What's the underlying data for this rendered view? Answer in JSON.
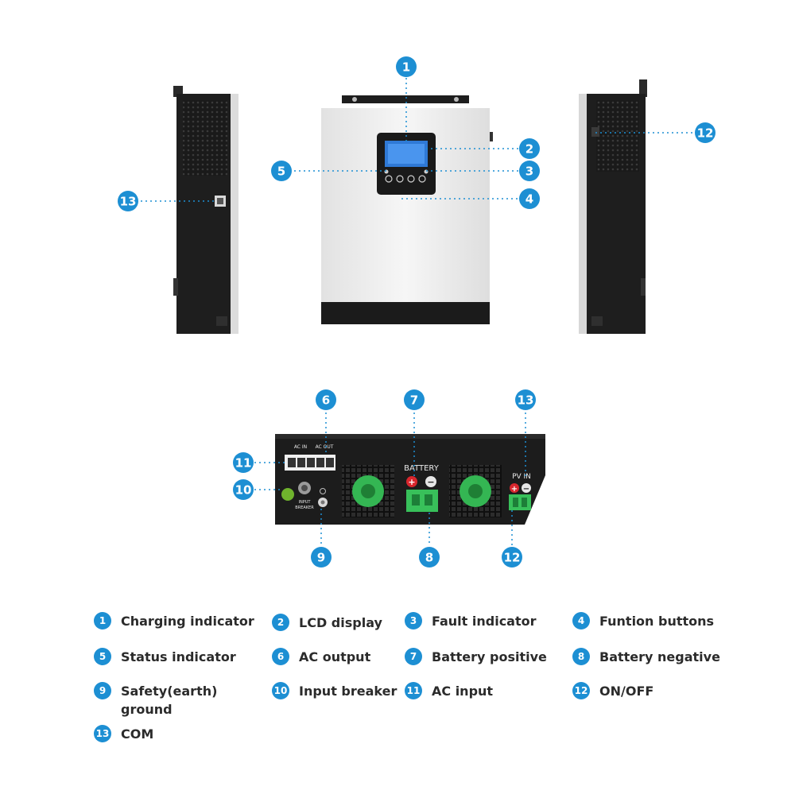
{
  "callouts": {
    "c1": "1",
    "c2": "2",
    "c3": "3",
    "c4": "4",
    "c5": "5",
    "c12a": "12",
    "c13a": "13",
    "c6": "6",
    "c7": "7",
    "c13b": "13",
    "c11": "11",
    "c10": "10",
    "c9": "9",
    "c8": "8",
    "c12b": "12"
  },
  "panel_labels": {
    "ac_in": "AC IN",
    "ac_out": "AC OUT",
    "battery": "BATTERY",
    "pv_in": "PV IN",
    "input_breaker_1": "INPUT",
    "input_breaker_2": "BREAKER",
    "plus": "+",
    "minus": "−"
  },
  "legend": [
    {
      "num": "1",
      "label": "Charging indicator"
    },
    {
      "num": "2",
      "label": "LCD display"
    },
    {
      "num": "3",
      "label": "Fault indicator"
    },
    {
      "num": "4",
      "label": "Funtion buttons"
    },
    {
      "num": "5",
      "label": "Status indicator"
    },
    {
      "num": "6",
      "label": "AC output"
    },
    {
      "num": "7",
      "label": "Battery positive"
    },
    {
      "num": "8",
      "label": "Battery negative"
    },
    {
      "num": "9",
      "label": "Safety(earth)\nground"
    },
    {
      "num": "10",
      "label": "Input breaker"
    },
    {
      "num": "11",
      "label": "AC input"
    },
    {
      "num": "12",
      "label": "ON/OFF"
    },
    {
      "num": "13",
      "label": "COM"
    }
  ],
  "colors": {
    "accent_blue": "#1d8fd3",
    "terminal_green": "#38c05a",
    "fan_green": "#34b653",
    "housing_black": "#1c1c1c",
    "panel_white": "#eeeeee",
    "positive_red": "#d8262d"
  }
}
